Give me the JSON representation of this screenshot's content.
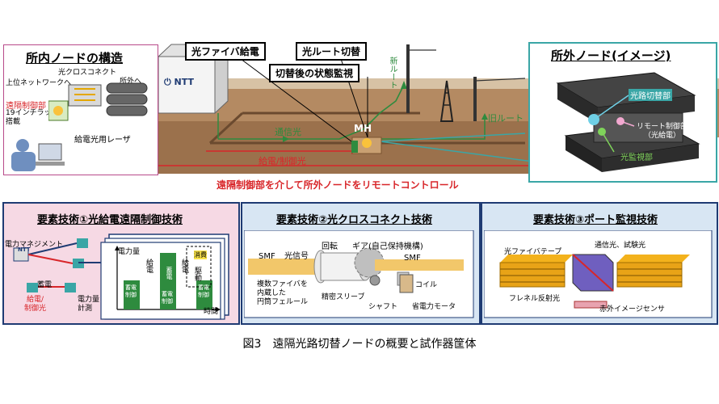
{
  "top": {
    "inner_node_title": "所内ノードの構造",
    "to_upper_network": "上位ネットワークへ",
    "optical_cross_connect": "光クロスコネクト",
    "to_outside": "所外へ",
    "remote_control_unit": "遠隔制御部",
    "mounted_in_rack": "19インチラックに\n搭載",
    "power_laser": "給電光用レーザ",
    "ntt": "NTT",
    "optical_fiber_power_feed": "光ファイバ給電",
    "optical_route_switch": "光ルート切替",
    "status_monitoring": "切替後の状態監視",
    "new_route": "新ルート",
    "old_route": "旧ルート",
    "signal_light": "通信光",
    "power_control_light": "給電/制御光",
    "mh": "MH",
    "remote_control_caption": "遠隔制御部を介して所外ノードをリモートコントロール",
    "outside_node_title": "所外ノード(イメージ)",
    "optical_path_switch": "光路切替部",
    "remote_control_part": "リモート制御部\n（光給電）",
    "optical_monitor": "光監視部"
  },
  "panel1": {
    "title": "要素技術①光給電遠隔制御技術",
    "power_management": "電力マネジメント",
    "ntt": "NTT",
    "charge": "蓄電",
    "feed_control_light": "給電/\n制御光",
    "power_measure": "電力量\n計測",
    "y_axis": "電力量",
    "x_axis": "時間",
    "feed1": "給電",
    "feed2": "給電",
    "consume": "消費",
    "drive": "駆動",
    "stored": "蓄電",
    "bar_labels": [
      "蓄電\n制御",
      "蓄電\n制御",
      "蓄電\n制御"
    ]
  },
  "panel2": {
    "title": "要素技術②光クロスコネクト技術",
    "smf_left": "SMF",
    "light_signal": "光信号",
    "rotation": "回転",
    "gear": "ギア(自己保持機構)",
    "smf_right": "SMF",
    "ferrule": "複数ファイバを\n内蔵した\n円筒フェルール",
    "sleeve": "精密スリーブ",
    "coil": "コイル",
    "shaft": "シャフト",
    "motor": "省電力モータ"
  },
  "panel3": {
    "title": "要素技術③ポート監視技術",
    "fiber_tape": "光ファイバテープ",
    "signal_test": "通信光、試験光",
    "fresnel": "フレネル反射光",
    "ir_sensor": "赤外イメージセンサ"
  },
  "caption": "図3　遠隔光路切替ノードの概要と試作器筐体",
  "colors": {
    "red": "#d8262a",
    "green": "#2e8b3e",
    "navy": "#1f3b73",
    "pink_bg": "#f6d9e4",
    "blue_bg": "#d8e6f3",
    "ground": "#a07a55"
  }
}
